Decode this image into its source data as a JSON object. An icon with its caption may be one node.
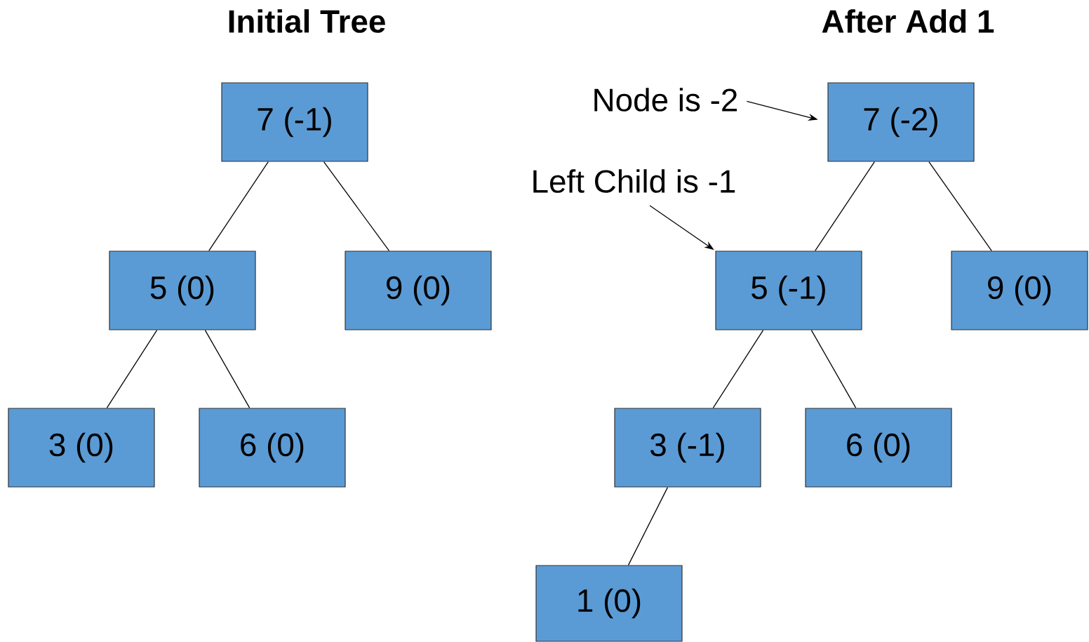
{
  "diagram": {
    "nodes": [
      {
        "text": [
          "7 (-1)"
        ]
      },
      {
        "text": [
          "5 (0)"
        ]
      },
      {
        "text": [
          "9 (0)"
        ]
      },
      {
        "text": [
          "3 (0)"
        ]
      },
      {
        "text": [
          "6 (0)"
        ]
      },
      {
        "text": [
          "7 (-2)"
        ]
      },
      {
        "text": [
          "5 (-1)"
        ]
      },
      {
        "text": [
          "9 (0)"
        ]
      },
      {
        "text": [
          "3 (-1)"
        ]
      },
      {
        "text": [
          "6 (0)"
        ]
      },
      {
        "text": [
          "1 (0)"
        ]
      },
      {
        "text": [
          "Node is -2"
        ]
      },
      {
        "text": [
          "Left Child is -1"
        ]
      }
    ],
    "edges": [
      {
        "from": 0,
        "to": 1,
        "arrow": "none"
      },
      {
        "from": 0,
        "to": 2,
        "arrow": "none"
      },
      {
        "from": 1,
        "to": 3,
        "arrow": "none"
      },
      {
        "from": 1,
        "to": 4,
        "arrow": "none"
      },
      {
        "from": 5,
        "to": 6,
        "arrow": "none"
      },
      {
        "from": 5,
        "to": 7,
        "arrow": "none"
      },
      {
        "from": 6,
        "to": 8,
        "arrow": "none"
      },
      {
        "from": 6,
        "to": 9,
        "arrow": "none"
      },
      {
        "from": 8,
        "to": 10,
        "arrow": "none"
      },
      {
        "from": 11,
        "to": 5,
        "arrow": "to"
      },
      {
        "from": 12,
        "to": 6,
        "arrow": "to"
      }
    ],
    "labels": [
      "Initial Tree",
      "After Add 1"
    ]
  }
}
